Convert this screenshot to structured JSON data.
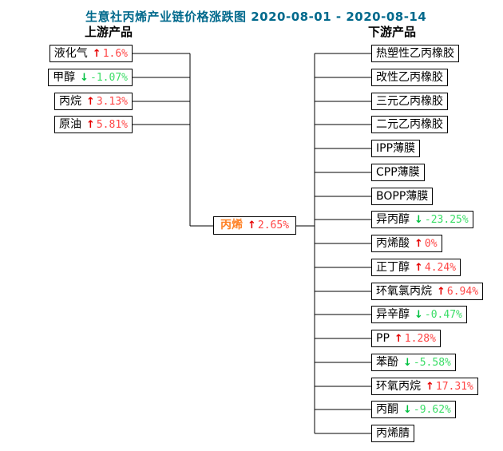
{
  "title": "生意社丙烯产业链价格涨跌图 2020-08-01 - 2020-08-14",
  "columns": {
    "upstream_label": "上游产品",
    "downstream_label": "下游产品"
  },
  "palette": {
    "title_color": "#00698C",
    "up_arrow": "#E60000",
    "up_text": "#FF4545",
    "down_arrow": "#00C040",
    "down_text": "#3ADD66",
    "center_name": "#FF8125",
    "line_color": "#000000"
  },
  "upstream": {
    "items": [
      {
        "name": "液化气",
        "arrow": "↑",
        "change": "1.6%",
        "direction": "up"
      },
      {
        "name": "甲醇",
        "arrow": "↓",
        "change": "-1.07%",
        "direction": "down"
      },
      {
        "name": "丙烷",
        "arrow": "↑",
        "change": "3.13%",
        "direction": "up"
      },
      {
        "name": "原油",
        "arrow": "↑",
        "change": "5.81%",
        "direction": "up"
      }
    ]
  },
  "center": {
    "name": "丙烯",
    "arrow": "↑",
    "change": "2.65%",
    "direction": "up"
  },
  "downstream": {
    "items": [
      {
        "name": "热塑性乙丙橡胶",
        "arrow": "",
        "change": "",
        "direction": "none"
      },
      {
        "name": "改性乙丙橡胶",
        "arrow": "",
        "change": "",
        "direction": "none"
      },
      {
        "name": "三元乙丙橡胶",
        "arrow": "",
        "change": "",
        "direction": "none"
      },
      {
        "name": "二元乙丙橡胶",
        "arrow": "",
        "change": "",
        "direction": "none"
      },
      {
        "name": "IPP薄膜",
        "arrow": "",
        "change": "",
        "direction": "none"
      },
      {
        "name": "CPP薄膜",
        "arrow": "",
        "change": "",
        "direction": "none"
      },
      {
        "name": "BOPP薄膜",
        "arrow": "",
        "change": "",
        "direction": "none"
      },
      {
        "name": "异丙醇",
        "arrow": "↓",
        "change": "-23.25%",
        "direction": "down"
      },
      {
        "name": "丙烯酸",
        "arrow": "↑",
        "change": "0%",
        "direction": "up"
      },
      {
        "name": "正丁醇",
        "arrow": "↑",
        "change": "4.24%",
        "direction": "up"
      },
      {
        "name": "环氧氯丙烷",
        "arrow": "↑",
        "change": "6.94%",
        "direction": "up"
      },
      {
        "name": "异辛醇",
        "arrow": "↓",
        "change": "-0.47%",
        "direction": "down"
      },
      {
        "name": "PP",
        "arrow": "↑",
        "change": "1.28%",
        "direction": "up"
      },
      {
        "name": "苯酚",
        "arrow": "↓",
        "change": "-5.58%",
        "direction": "down"
      },
      {
        "name": "环氧丙烷",
        "arrow": "↑",
        "change": "17.31%",
        "direction": "up"
      },
      {
        "name": "丙酮",
        "arrow": "↓",
        "change": "-9.62%",
        "direction": "down"
      },
      {
        "name": "丙烯腈",
        "arrow": "",
        "change": "",
        "direction": "none"
      }
    ]
  }
}
